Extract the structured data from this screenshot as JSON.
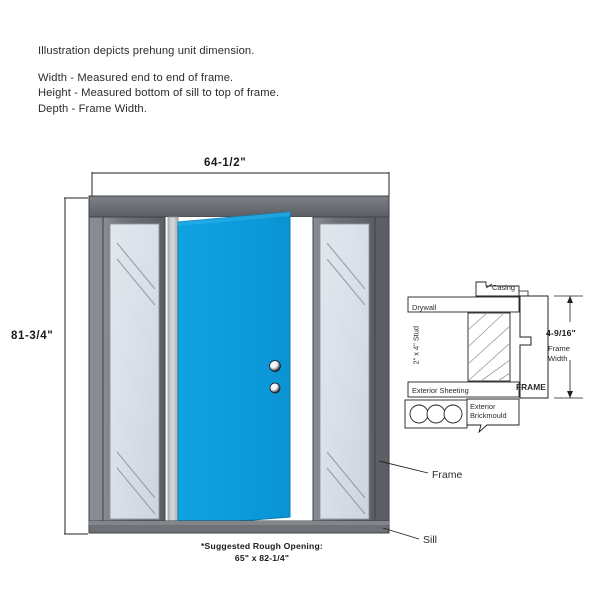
{
  "notes": {
    "intro": "Illustration depicts prehung unit dimension.",
    "lines": [
      "Width - Measured end to end of frame.",
      "Height - Measured bottom of sill to top of frame.",
      "Depth - Frame Width."
    ]
  },
  "dimensions": {
    "width_label": "64-1/2\"",
    "height_label": "81-3/4\"",
    "rough_opening_caption": "*Suggested Rough Opening:",
    "rough_opening_value": "65\" x 82-1/4\""
  },
  "callouts": {
    "frame": "Frame",
    "sill": "Sill"
  },
  "detail": {
    "casing": "Casing",
    "drywall": "Drywall",
    "stud": "2\" x 4\" Stud",
    "exterior_sheeting": "Exterior Sheeting",
    "exterior_brickmould_line1": "Exterior",
    "exterior_brickmould_line2": "Brickmould",
    "frame": "FRAME",
    "frame_width_value": "4-9/16\"",
    "frame_width_line1": "Frame",
    "frame_width_line2": "Width"
  },
  "colors": {
    "door_blue": "#0C9BDC",
    "frame_gray": "#6E7277",
    "frame_gray_dark": "#54585C",
    "glass": "#D9DFE8",
    "sill_gray": "#6E7277",
    "line": "#231f20",
    "background": "#FFFFFF"
  }
}
